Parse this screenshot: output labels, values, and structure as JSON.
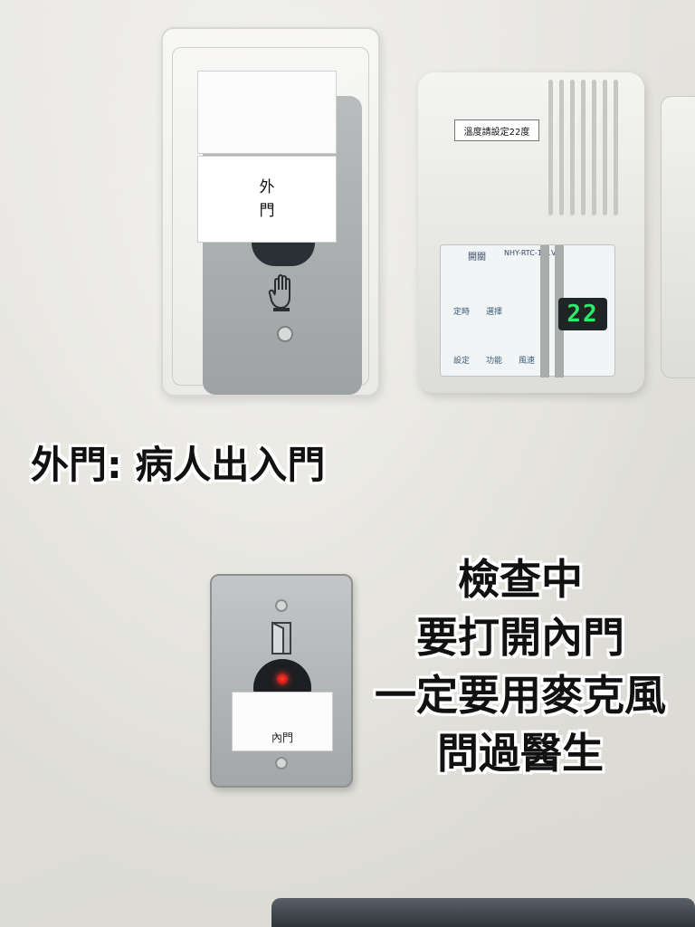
{
  "outer_button": {
    "sticker_line1": "外",
    "sticker_line2": "門"
  },
  "thermostat": {
    "label": "溫度請設定22度",
    "brand": "開關",
    "model": "NHY-RTC-131V",
    "buttons": [
      "定時",
      "選擇",
      "設定",
      "功能",
      "風速"
    ],
    "display_value": "22"
  },
  "inner_button": {
    "sticker_text": "內門"
  },
  "captions": {
    "outer_door": "外門: 病人出入門",
    "warning_lines": [
      "檢查中",
      "要打開內門",
      "一定要用麥克風",
      "問過醫生"
    ]
  },
  "colors": {
    "display_digits": "#2ee86a",
    "led": "#ff3b2a",
    "plate": "#a3a7a8"
  }
}
